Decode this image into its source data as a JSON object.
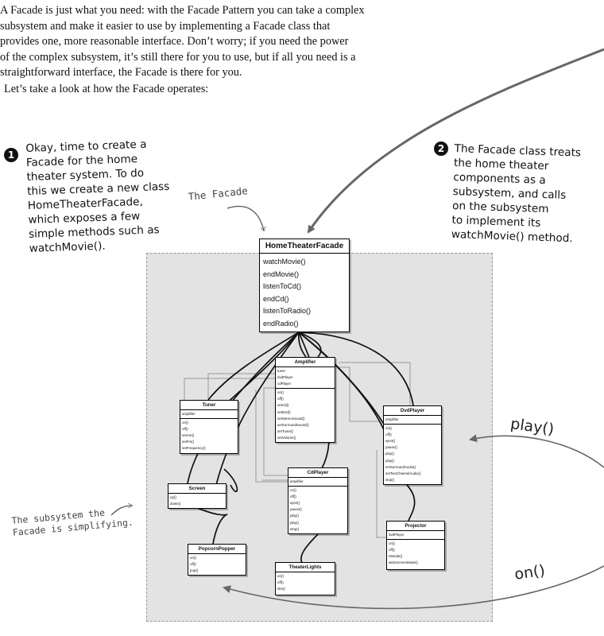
{
  "intro": {
    "lines": [
      "A Facade is just what you need:  with the Facade Pattern you can take a complex",
      "subsystem and make it easier to use by implementing a Facade class that",
      "provides one, more reasonable interface.  Don’t worry; if you need the power",
      "of the complex subsystem, it’s still there for you to use, but if all you need is a",
      "straightforward interface, the Facade is there for you."
    ],
    "look": "Let’s take a look at how the Facade operates:"
  },
  "notes": [
    {
      "number": "1",
      "lines": [
        "Okay, time to create a",
        "Facade for the home",
        "theater system.  To do",
        "this we create a new class",
        "HomeTheaterFacade,",
        "which exposes a few",
        "simple methods such as",
        "watchMovie()."
      ]
    },
    {
      "number": "2",
      "lines": [
        "The Facade class treats",
        "the home theater",
        "components as a",
        "subsystem, and calls",
        "on the subsystem",
        "to implement its",
        "watchMovie() method."
      ]
    }
  ],
  "annotations": {
    "facade": "The Facade",
    "subsystem": [
      "The subsystem the",
      "Facade is simplifying."
    ],
    "play": "play()",
    "on": "on()"
  },
  "classes": {
    "facade": {
      "name": "HomeTheaterFacade",
      "attributes": [],
      "methods": [
        "watchMovie()",
        "endMovie()",
        "listenToCd()",
        "endCd()",
        "listenToRadio()",
        "endRadio()"
      ]
    },
    "amplifier": {
      "name": "Amplifier",
      "attributes": [
        "tuner",
        "dvdPlayer",
        "cdPlayer"
      ],
      "methods": [
        "on()",
        "off()",
        "setCd()",
        "setDvd()",
        "setStereoSound()",
        "setSurroundSound()",
        "setTuner()",
        "setVolume()"
      ]
    },
    "tuner": {
      "name": "Tuner",
      "attributes": [
        "amplifier"
      ],
      "methods": [
        "on()",
        "off()",
        "setAm()",
        "setFm()",
        "setFrequency()"
      ]
    },
    "dvdplayer": {
      "name": "DvdPlayer",
      "attributes": [
        "amplifier"
      ],
      "methods": [
        "on()",
        "off()",
        "eject()",
        "pause()",
        "play()",
        "play()",
        "setSurroundAudio()",
        "setTwoChannelAudio()",
        "stop()"
      ]
    },
    "cdplayer": {
      "name": "CdPlayer",
      "attributes": [
        "amplifier"
      ],
      "methods": [
        "on()",
        "off()",
        "eject()",
        "pause()",
        "play()",
        "play()",
        "stop()"
      ]
    },
    "screen": {
      "name": "Screen",
      "attributes": [],
      "methods": [
        "up()",
        "down()"
      ]
    },
    "projector": {
      "name": "Projector",
      "attributes": [
        "dvdPlayer"
      ],
      "methods": [
        "on()",
        "off()",
        "tvMode()",
        "wideScreenMode()"
      ]
    },
    "popcorn": {
      "name": "PopcornPopper",
      "attributes": [],
      "methods": [
        "on()",
        "off()",
        "pop()"
      ]
    },
    "lights": {
      "name": "TheaterLights",
      "attributes": [],
      "methods": [
        "on()",
        "off()",
        "dim()"
      ]
    }
  }
}
